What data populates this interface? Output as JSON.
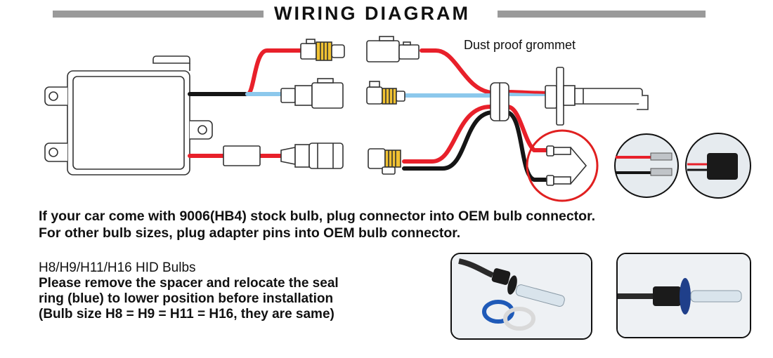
{
  "header": {
    "title": "WIRING DIAGRAM"
  },
  "labels": {
    "grommet": "Dust proof grommet"
  },
  "instructions": {
    "line1": "If your car come with 9006(HB4) stock bulb, plug connector into OEM bulb connector.",
    "line2": "For other bulb sizes, plug adapter pins into OEM bulb connector."
  },
  "bulb_note": {
    "heading": "H8/H9/H11/H16 HID Bulbs",
    "line1": "Please remove the spacer and relocate the seal",
    "line2": "ring (blue) to lower position before installation",
    "line3": "(Bulb size H8 = H9 = H11 = H16, they are same)"
  },
  "colors": {
    "red_wire": "#e8202a",
    "blue_wire": "#8cc8ec",
    "black_wire": "#151515",
    "highlight_circle": "#e02020",
    "title_bar": "#9a9a9a"
  }
}
